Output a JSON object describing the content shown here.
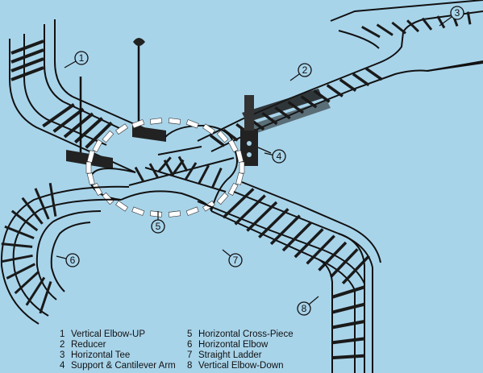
{
  "colors": {
    "background": "#a8d4ea",
    "ink": "#111111",
    "rung": "#1a1a1a",
    "highlight": "#ffffff",
    "bracket": "#222222"
  },
  "callouts": [
    "1",
    "2",
    "3",
    "4",
    "5",
    "6",
    "7",
    "8"
  ],
  "legend": [
    {
      "num": "1",
      "text": "Vertical Elbow-UP"
    },
    {
      "num": "2",
      "text": "Reducer"
    },
    {
      "num": "3",
      "text": "Horizontal Tee"
    },
    {
      "num": "4",
      "text": "Support & Cantilever Arm"
    },
    {
      "num": "5",
      "text": "Horizontal Cross-Piece"
    },
    {
      "num": "6",
      "text": "Horizontal Elbow"
    },
    {
      "num": "7",
      "text": "Straight Ladder"
    },
    {
      "num": "8",
      "text": "Vertical Elbow-Down"
    }
  ]
}
